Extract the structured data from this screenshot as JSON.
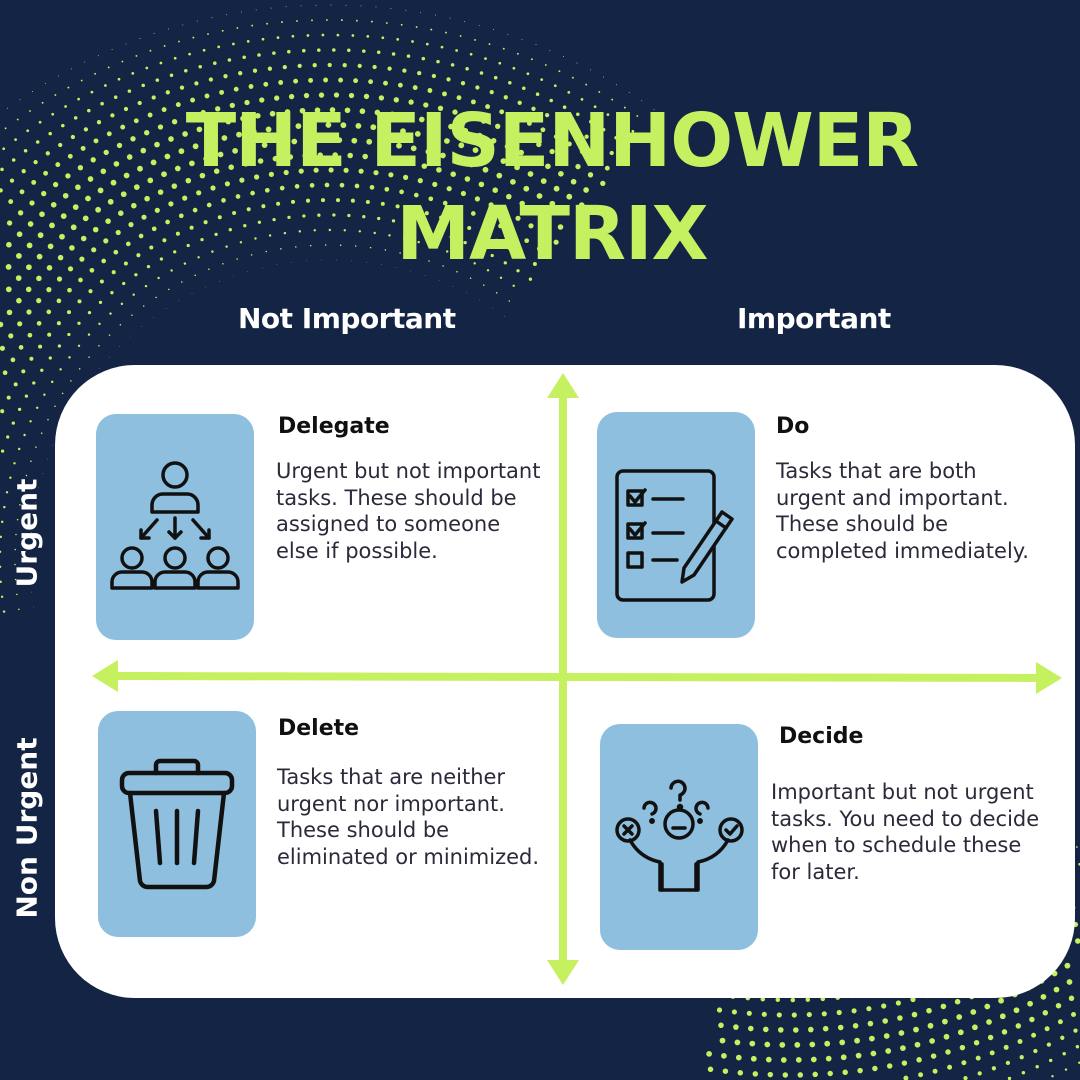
{
  "title": {
    "line1": "THE EISENHOWER",
    "line2": "MATRIX"
  },
  "columns": {
    "left": "Not Important",
    "right": "Important"
  },
  "rows": {
    "top": "Urgent",
    "bottom": "Non Urgent"
  },
  "colors": {
    "background": "#142445",
    "accent": "#c5f05f",
    "icon_box": "#8ebfde",
    "panel": "#ffffff"
  },
  "quadrants": {
    "delegate": {
      "title": "Delegate",
      "text": "Urgent but not important tasks. These should be assigned to someone else if possible.",
      "icon": "team-hierarchy-icon"
    },
    "do": {
      "title": "Do",
      "text": "Tasks that are both urgent and important. These should be completed immediately.",
      "icon": "checklist-pencil-icon"
    },
    "delete": {
      "title": "Delete",
      "text": "Tasks that are neither urgent nor important. These should be eliminated or minimized.",
      "icon": "trash-can-icon"
    },
    "decide": {
      "title": "Decide",
      "text": "Important but not urgent tasks. You need to decide when to schedule these for later.",
      "icon": "confused-person-icon"
    }
  }
}
